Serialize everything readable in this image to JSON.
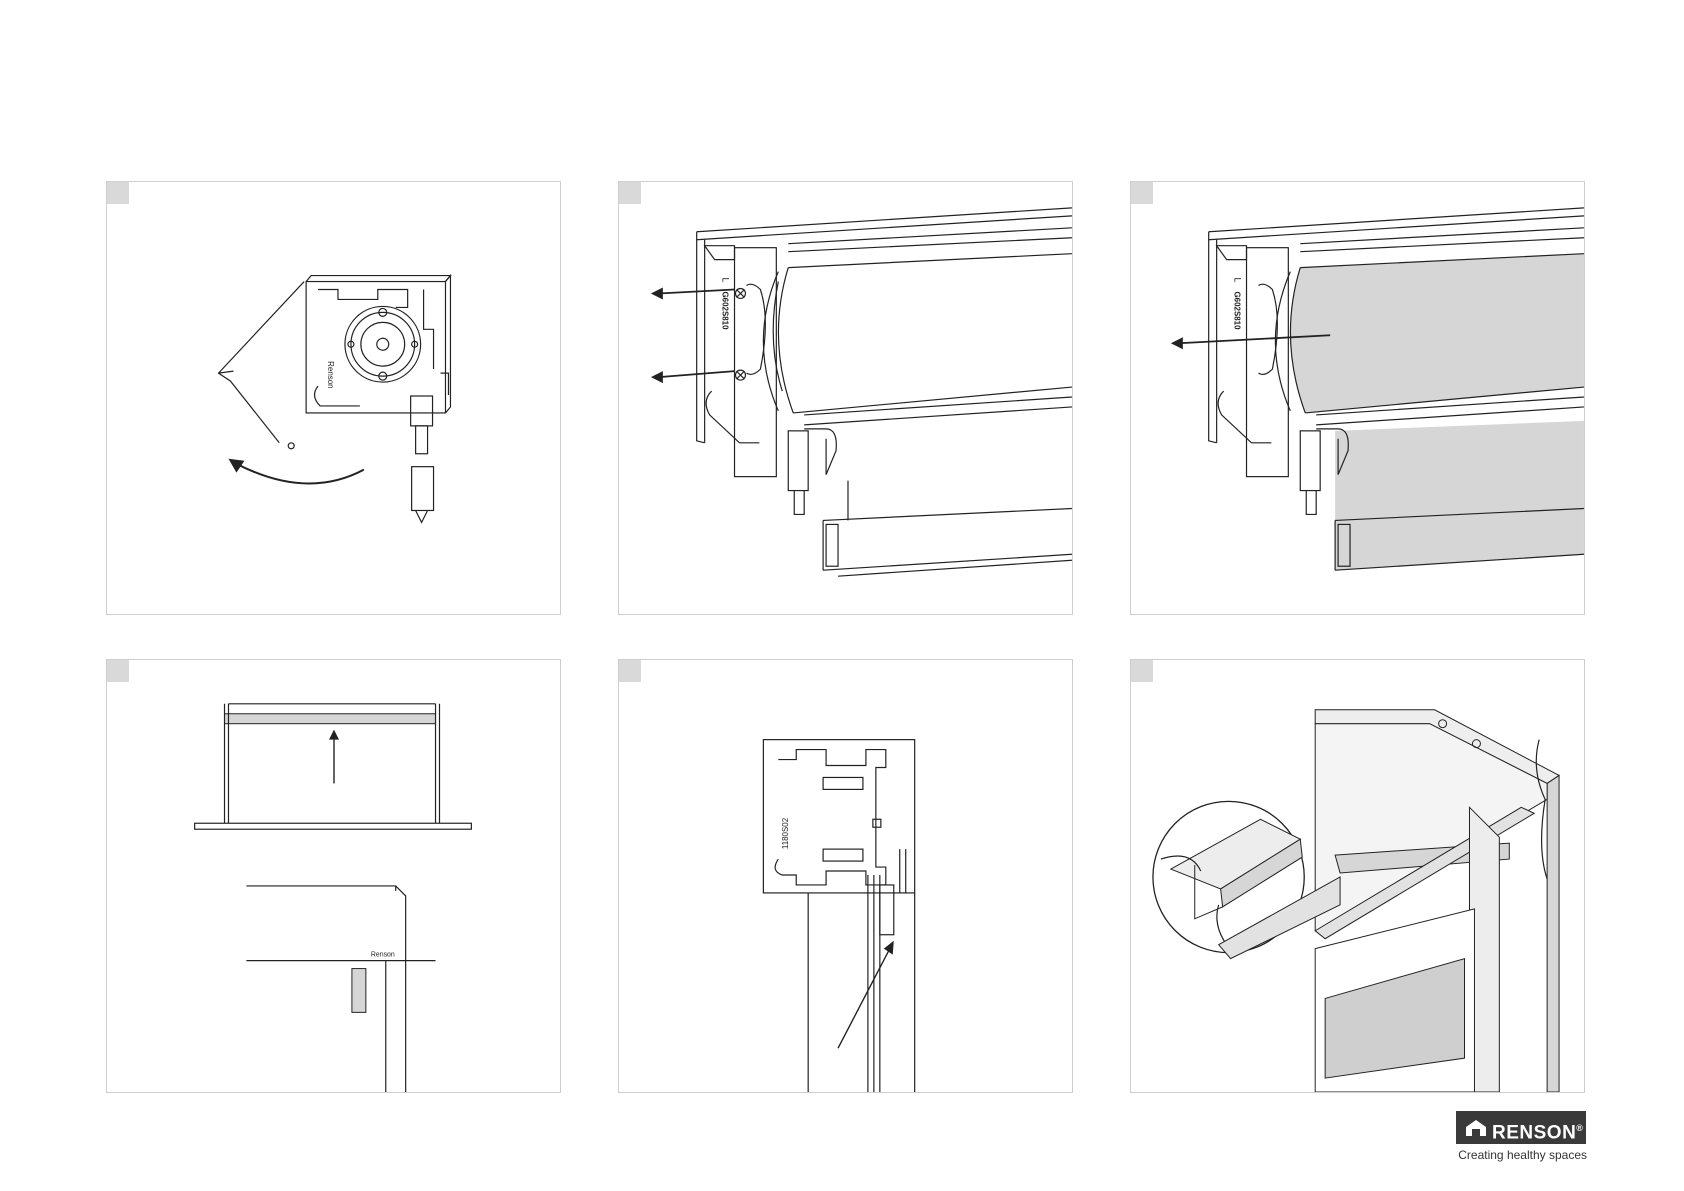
{
  "brand": {
    "name": "RENSON",
    "registered": "®",
    "tagline": "Creating healthy spaces"
  },
  "drawing_labels": {
    "bracket_code": "G602S810",
    "bracket_side": "L",
    "panel1_code": "Renson",
    "panel4_code": "Renson",
    "panel5_code": "1180S02"
  },
  "colors": {
    "frame": "#cfcfcf",
    "step_marker": "#d9d9d9",
    "fabric_fill": "#d6d6d6",
    "logo_bg": "#3a3a3a"
  }
}
